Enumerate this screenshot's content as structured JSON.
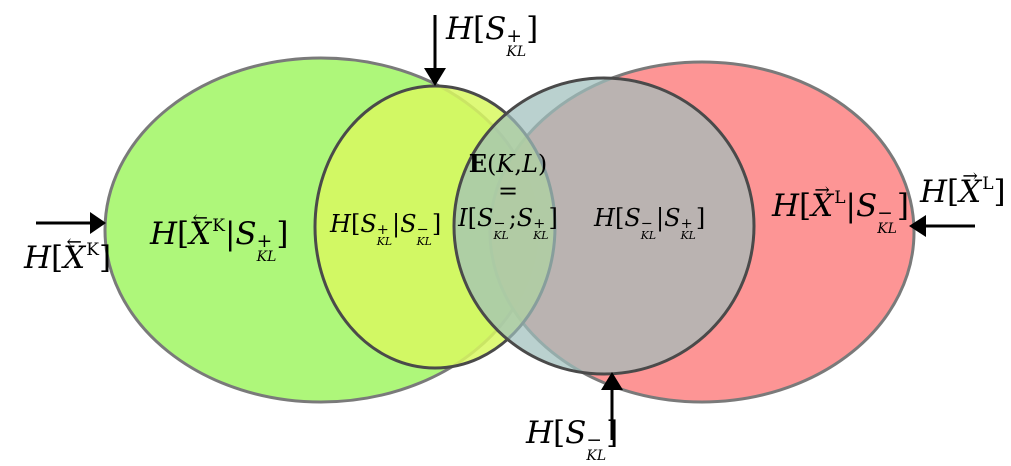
{
  "labels": {
    "top_arrow": "H[S_KL^+]",
    "bottom_arrow": "H[S_KL^-]",
    "left_arrow": "H[X^K]",
    "right_arrow": "H[X^L]",
    "left_region": "H[X^K|S_KL^+]",
    "inner_left_region": "H[S_KL^+|S_KL^-]",
    "center_region_line1": "E(K,L)",
    "center_region_line2": "=",
    "center_region_line3": "I[S_KL^-;S_KL^+]",
    "inner_right_region": "H[S_KL^-|S_KL^+]",
    "right_region": "H[X^L|S_KL^-]"
  },
  "text": {
    "H": "H",
    "I": "I",
    "E": "E",
    "K": "K",
    "L": "L",
    "KL": "KL",
    "X": "X",
    "S": "S",
    "plus": "+",
    "minus": "−",
    "eq": "=",
    "bar": "|",
    "semi": ";",
    "lb": "[",
    "rb": "]",
    "lp": "(",
    "rp": ")",
    "comma": ",",
    "left_arrow_over": "←",
    "right_arrow_over": "→"
  },
  "colors": {
    "left_ellipse": "#aef77a",
    "right_ellipse": "#fd8c8c",
    "inner_left_circle": "#d8f860",
    "inner_right_circle": "#a9c6bd",
    "outline": "#7a7a7a",
    "inner_outline": "#4a4a4a",
    "arrow": "#000000"
  }
}
